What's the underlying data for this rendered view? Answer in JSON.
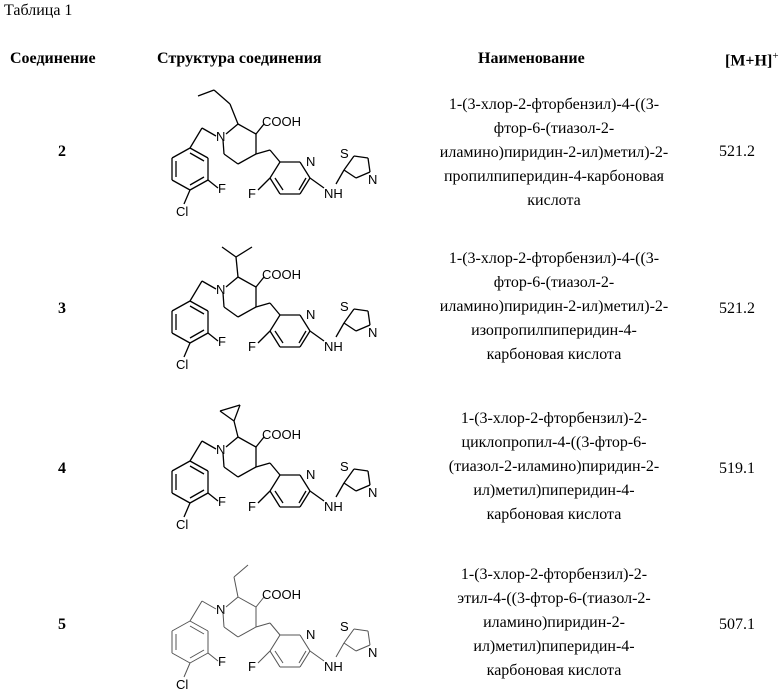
{
  "caption": "Таблица 1",
  "headers": {
    "compound": "Соединение",
    "structure": "Структура соединения",
    "name": "Наименование",
    "mh": "[M+H]",
    "mh_sup": "+"
  },
  "rows": [
    {
      "number": "2",
      "name_lines": [
        "1-(3-хлор-2-фторбензил)-4-((3-",
        "фтор-6-(тиазол-2-",
        "иламино)пиридин-2-ил)метил)-2-",
        "пропилпиперидин-4-карбоновая",
        "кислота"
      ],
      "mass": "521.2",
      "substituent": "propyl"
    },
    {
      "number": "3",
      "name_lines": [
        "1-(3-хлор-2-фторбензил)-4-((3-",
        "фтор-6-(тиазол-2-",
        "иламино)пиридин-2-ил)метил)-2-",
        "изопропилпиперидин-4-",
        "карбоновая кислота"
      ],
      "mass": "521.2",
      "substituent": "isopropyl"
    },
    {
      "number": "4",
      "name_lines": [
        "1-(3-хлор-2-фторбензил)-2-",
        "циклопропил-4-((3-фтор-6-",
        "(тиазол-2-иламино)пиридин-2-",
        "ил)метил)пиперидин-4-",
        "карбоновая кислота"
      ],
      "mass": "519.1",
      "substituent": "cyclopropyl"
    },
    {
      "number": "5",
      "name_lines": [
        "1-(3-хлор-2-фторбензил)-2-",
        "этил-4-((3-фтор-6-(тиазол-2-",
        "иламино)пиридин-2-",
        "ил)метил)пиперидин-4-",
        "карбоновая кислота"
      ],
      "mass": "507.1",
      "substituent": "ethyl"
    }
  ],
  "atom_labels": {
    "n": "N",
    "s": "S",
    "f": "F",
    "cl": "Cl",
    "nh": "NH",
    "cooh": "COOH"
  }
}
